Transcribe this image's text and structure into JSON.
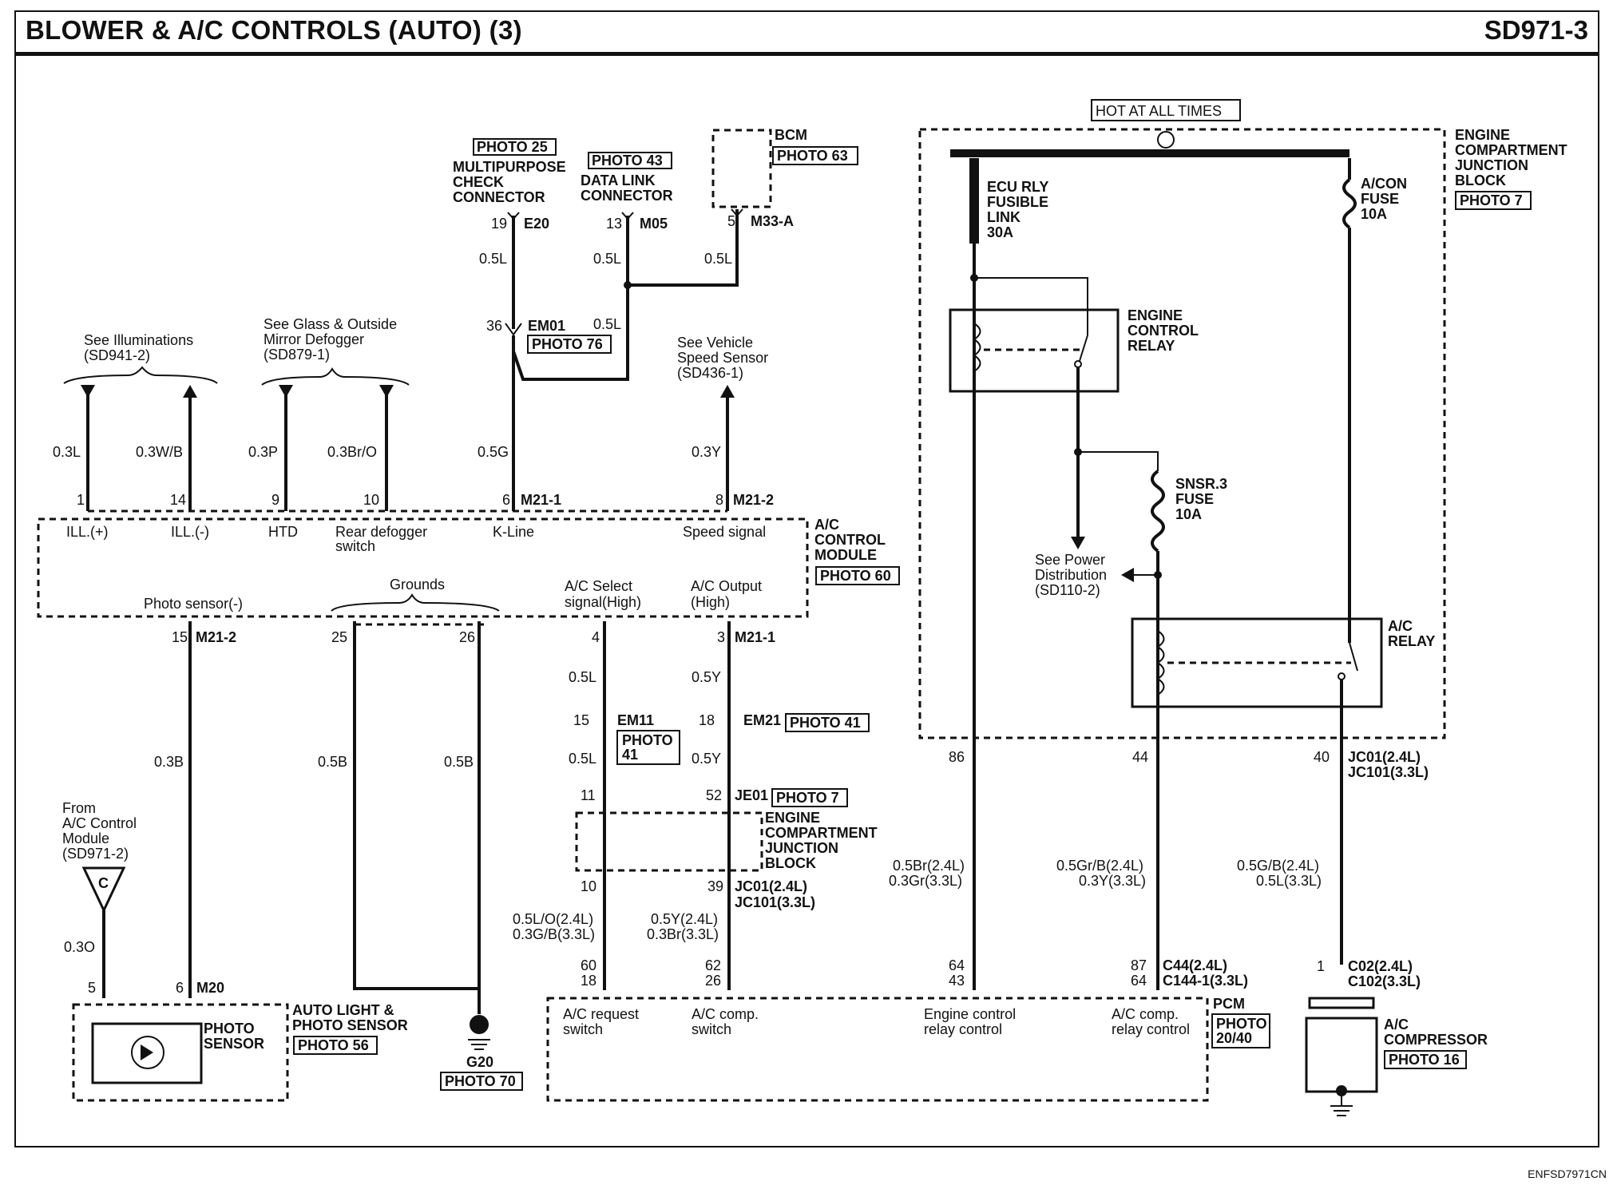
{
  "header": {
    "title": "BLOWER & A/C CONTROLS (AUTO) (3)",
    "code": "SD971-3"
  },
  "footer": {
    "code": "ENFSD7971CN"
  },
  "top_refs": {
    "hot": "HOT AT ALL TIMES",
    "photo25": "PHOTO 25",
    "mpc_l1": "MULTIPURPOSE",
    "mpc_l2": "CHECK",
    "mpc_l3": "CONNECTOR",
    "photo43": "PHOTO 43",
    "dlc_l1": "DATA LINK",
    "dlc_l2": "CONNECTOR",
    "bcm": "BCM",
    "photo63": "PHOTO 63",
    "pin19": "19",
    "e20": "E20",
    "pin13": "13",
    "m05": "M05",
    "pin5": "5",
    "m33a": "M33-A",
    "w05a": "0.5L",
    "w05b": "0.5L",
    "w05c": "0.5L",
    "w05d": "0.5L",
    "pin36": "36",
    "em01": "EM01",
    "photo76": "PHOTO 76",
    "ill_l1": "See Illuminations",
    "ill_l2": "(SD941-2)",
    "glass_l1": "See Glass & Outside",
    "glass_l2": "Mirror Defogger",
    "glass_l3": "(SD879-1)",
    "vss_l1": "See Vehicle",
    "vss_l2": "Speed Sensor",
    "vss_l3": "(SD436-1)"
  },
  "module": {
    "wires": [
      "0.3L",
      "0.3W/B",
      "0.3P",
      "0.3Br/O",
      "0.5G",
      "0.3Y"
    ],
    "pins": [
      "1",
      "14",
      "9",
      "10",
      "6",
      "8"
    ],
    "conn_m211": "M21-1",
    "conn_m212": "M21-2",
    "terms": [
      "ILL.(+)",
      "ILL.(-)",
      "HTD",
      "Rear defogger",
      "switch",
      "K-Line",
      "Speed signal"
    ],
    "name_l1": "A/C",
    "name_l2": "CONTROL",
    "name_l3": "MODULE",
    "photo": "PHOTO 60",
    "photo_sensor": "Photo sensor(-)",
    "grounds": "Grounds",
    "acsel_l1": "A/C Select",
    "acsel_l2": "signal(High)",
    "acout_l1": "A/C Output",
    "acout_l2": "(High)",
    "bpins": [
      "15",
      "25",
      "26",
      "4",
      "3"
    ],
    "bconn_m212": "M21-2",
    "bconn_m211": "M21-1"
  },
  "lower_left": {
    "w03b": "0.3B",
    "w05b1": "0.5B",
    "w05b2": "0.5B",
    "from_l1": "From",
    "from_l2": "A/C Control",
    "from_l3": "Module",
    "from_l4": "(SD971-2)",
    "c": "C",
    "w03o": "0.3O",
    "pin5": "5",
    "pin6": "6",
    "m20": "M20",
    "photo_sensor_l1": "PHOTO",
    "photo_sensor_l2": "SENSOR",
    "als_l1": "AUTO LIGHT &",
    "als_l2": "PHOTO SENSOR",
    "photo56": "PHOTO 56",
    "g20": "G20",
    "photo70": "PHOTO 70"
  },
  "mid": {
    "w1": "0.5L",
    "w2": "0.5Y",
    "pin15": "15",
    "em11": "EM11",
    "photo41a_l1": "PHOTO",
    "photo41a_l2": "41",
    "pin18": "18",
    "em21": "EM21",
    "photo41b": "PHOTO 41",
    "w3": "0.5L",
    "w4": "0.5Y",
    "pin11": "11",
    "pin52": "52",
    "je01": "JE01",
    "photo7": "PHOTO 7",
    "ecjb_l1": "ENGINE",
    "ecjb_l2": "COMPARTMENT",
    "ecjb_l3": "JUNCTION",
    "ecjb_l4": "BLOCK",
    "pin10": "10",
    "pin39": "39",
    "jc01": "JC01(2.4L)",
    "jc101": "JC101(3.3L)",
    "w5a": "0.5L/O(2.4L)",
    "w5b": "0.3G/B(3.3L)",
    "w6a": "0.5Y(2.4L)",
    "w6b": "0.3Br(3.3L)",
    "p60": "60",
    "p18": "18",
    "p62": "62",
    "p26": "26"
  },
  "pcm": {
    "t1_l1": "A/C request",
    "t1_l2": "switch",
    "t2_l1": "A/C comp.",
    "t2_l2": "switch",
    "t3_l1": "Engine control",
    "t3_l2": "relay control",
    "t4_l1": "A/C comp.",
    "t4_l2": "relay control",
    "name": "PCM",
    "photo_l1": "PHOTO",
    "photo_l2": "20/40",
    "p64": "64",
    "p43": "43",
    "p87": "87",
    "p64b": "64",
    "c44": "C44(2.4L)",
    "c1441": "C144-1(3.3L)"
  },
  "right": {
    "ecjb_l1": "ENGINE",
    "ecjb_l2": "COMPARTMENT",
    "ecjb_l3": "JUNCTION",
    "ecjb_l4": "BLOCK",
    "photo7": "PHOTO 7",
    "ecu_l1": "ECU RLY",
    "ecu_l2": "FUSIBLE",
    "ecu_l3": "LINK",
    "ecu_l4": "30A",
    "acon_l1": "A/CON",
    "acon_l2": "FUSE",
    "acon_l3": "10A",
    "ecr_l1": "ENGINE",
    "ecr_l2": "CONTROL",
    "ecr_l3": "RELAY",
    "snsr_l1": "SNSR.3",
    "snsr_l2": "FUSE",
    "snsr_l3": "10A",
    "pd_l1": "See Power",
    "pd_l2": "Distribution",
    "pd_l3": "(SD110-2)",
    "acr_l1": "A/C",
    "acr_l2": "RELAY",
    "p86": "86",
    "p44": "44",
    "p40": "40",
    "jc01": "JC01(2.4L)",
    "jc101": "JC101(3.3L)",
    "w86a": "0.5Br(2.4L)",
    "w86b": "0.3Gr(3.3L)",
    "w44a": "0.5Gr/B(2.4L)",
    "w44b": "0.3Y(3.3L)",
    "w40a": "0.5G/B(2.4L)",
    "w40b": "0.5L(3.3L)",
    "p1": "1",
    "c02": "C02(2.4L)",
    "c102": "C102(3.3L)",
    "comp_l1": "A/C",
    "comp_l2": "COMPRESSOR",
    "photo16": "PHOTO 16"
  }
}
